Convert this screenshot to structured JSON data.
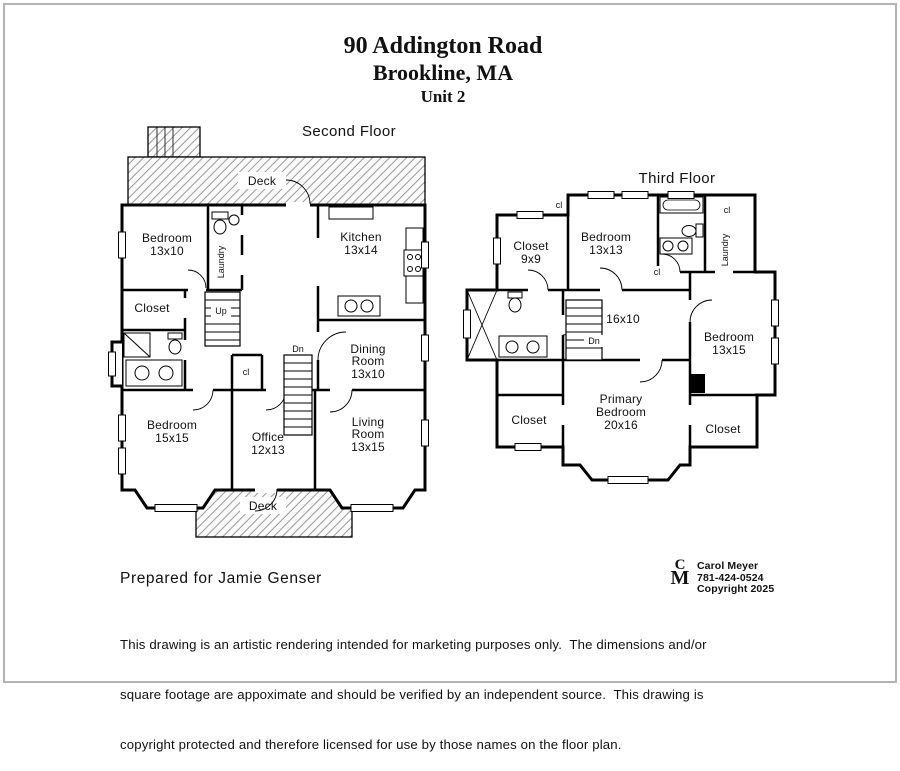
{
  "title": {
    "line1": "90 Addington Road",
    "line2": "Brookline, MA",
    "line3": "Unit 2"
  },
  "second_floor": {
    "label": "Second Floor",
    "deck_top": "Deck",
    "deck_bottom": "Deck",
    "bedroom1_name": "Bedroom",
    "bedroom1_dims": "13x10",
    "laundry": "Laundry",
    "kitchen_name": "Kitchen",
    "kitchen_dims": "13x14",
    "closet": "Closet",
    "up": "Up",
    "cl": "cl",
    "dn": "Dn",
    "dining_line1": "Dining",
    "dining_line2": "Room",
    "dining_dims": "13x10",
    "bedroom2_name": "Bedroom",
    "bedroom2_dims": "15x15",
    "office_name": "Office",
    "office_dims": "12x13",
    "living_line1": "Living",
    "living_line2": "Room",
    "living_dims": "13x15"
  },
  "third_floor": {
    "label": "Third Floor",
    "closet1_name": "Closet",
    "closet1_dims": "9x9",
    "bedroom1_name": "Bedroom",
    "bedroom1_dims": "13x13",
    "laundry": "Laundry",
    "cl_top": "cl",
    "cl_mid": "cl",
    "cl_right": "cl",
    "hall_dims": "16x10",
    "dn": "Dn",
    "bedroom2_name": "Bedroom",
    "bedroom2_dims": "13x15",
    "closet_left": "Closet",
    "primary_line1": "Primary",
    "primary_line2": "Bedroom",
    "primary_dims": "20x16",
    "closet_right": "Closet"
  },
  "footer": {
    "prepared_for": "Prepared for Jamie Genser",
    "logo_c": "C",
    "logo_m": "M",
    "agent_name": "Carol Meyer",
    "agent_phone": "781-424-0524",
    "copyright": "Copyright 2025",
    "disclaimer_line1": "This drawing is an artistic rendering intended for marketing purposes only.  The dimensions and/or",
    "disclaimer_line2": "square footage are appoximate and should be verified by an independent source.  This drawing is",
    "disclaimer_line3": "copyright protected and therefore licensed for use by those names on the floor plan."
  }
}
